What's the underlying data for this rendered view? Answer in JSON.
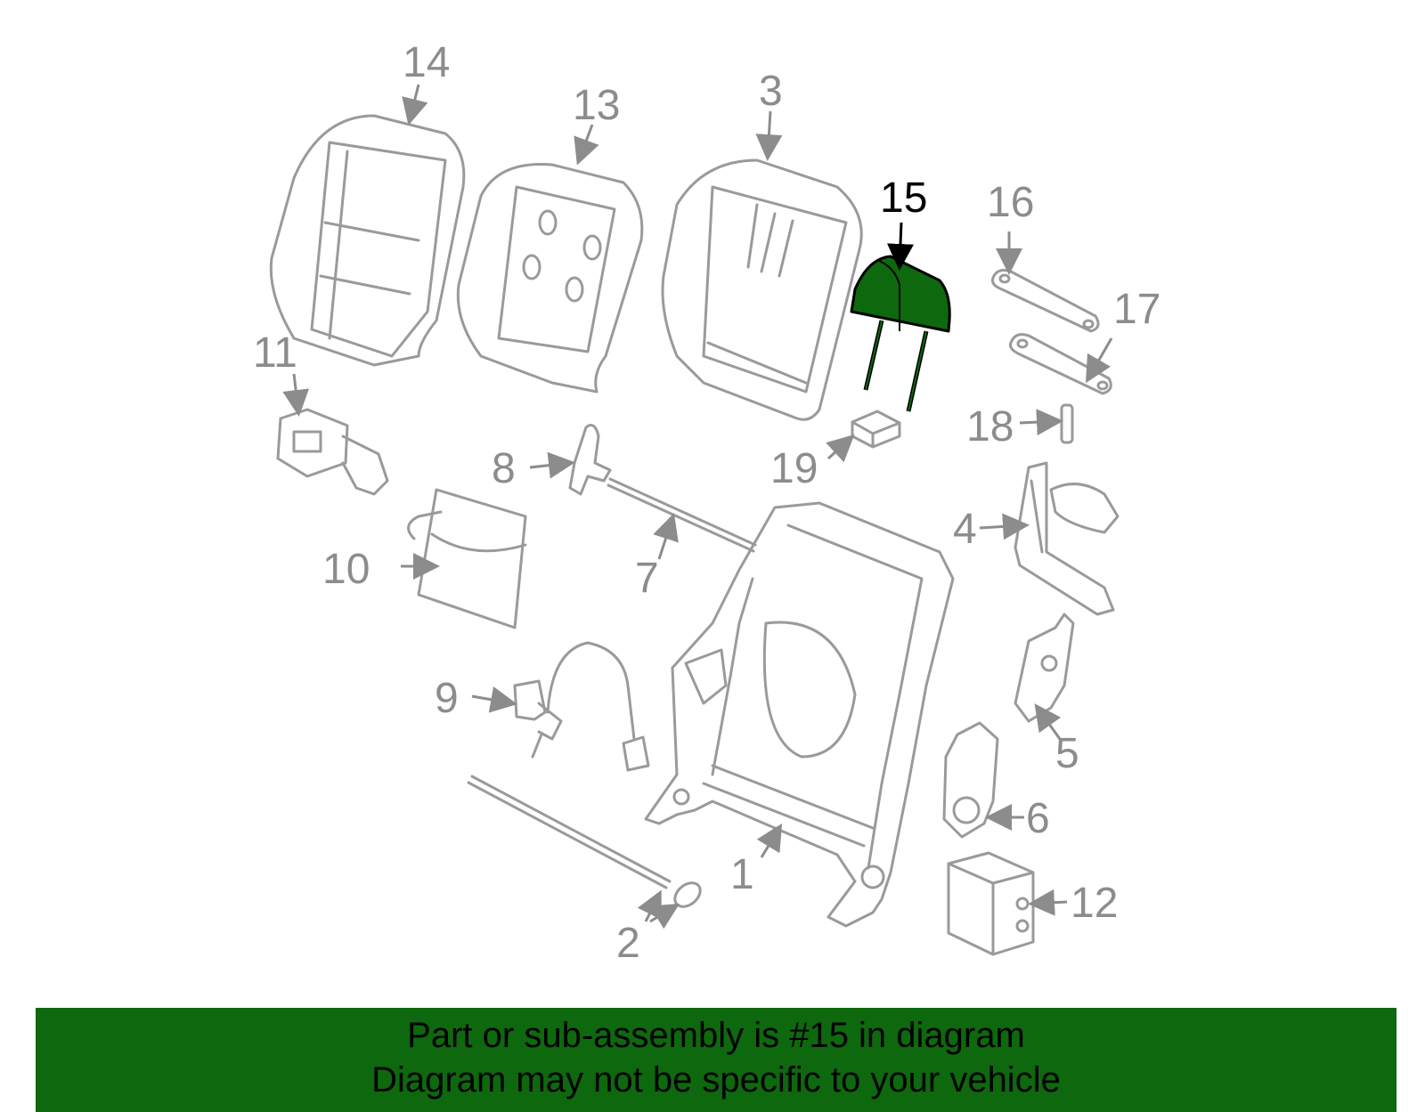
{
  "highlight_color": "#0e680e",
  "highlighted_part": "15",
  "callouts": {
    "p1": "1",
    "p2": "2",
    "p3": "3",
    "p4": "4",
    "p5": "5",
    "p6": "6",
    "p7": "7",
    "p8": "8",
    "p9": "9",
    "p10": "10",
    "p11": "11",
    "p12": "12",
    "p13": "13",
    "p14": "14",
    "p15": "15",
    "p16": "16",
    "p17": "17",
    "p18": "18",
    "p19": "19"
  },
  "footer": {
    "line1": "Part or sub-assembly is #15 in diagram",
    "line2": "Diagram may not be specific to your vehicle"
  }
}
